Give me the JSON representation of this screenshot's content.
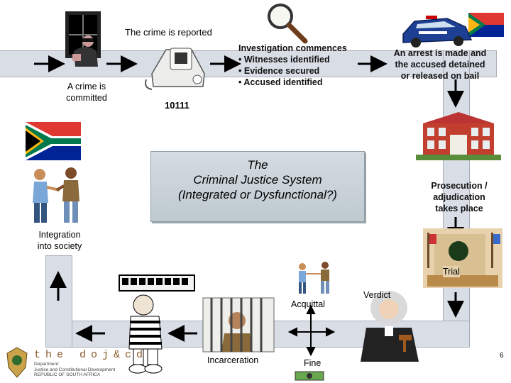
{
  "labels": {
    "crime_reported": "The crime is reported",
    "crime_committed": "A crime is\ncommitted",
    "phone_number": "10111",
    "investigation": [
      "Investigation commences",
      "Witnesses identified",
      "Evidence secured",
      "Accused identified"
    ],
    "arrest": "An arrest is made and\nthe accused detained\nor released on bail",
    "prosecution": "Prosecution /\nadjudication\ntakes place",
    "integration": "Integration\ninto society",
    "trial": "Trial",
    "verdict": "Verdict",
    "acquittal": "Acquittal",
    "incarceration": "Incarceration",
    "fine": "Fine",
    "page_number": "6"
  },
  "center": {
    "line1": "The",
    "line2": "Criminal Justice System",
    "line3": "(Integrated or Dysfunctional?)"
  },
  "footer": {
    "logo_text": "the doj&cd",
    "logo_sub": "Department:\nJustice and Constitutional Development\nREPUBLIC OF SOUTH AFRICA"
  },
  "colors": {
    "road": "#d9dee6",
    "center_box": "#c9d2d8",
    "logo_brown": "#8a5a2b",
    "flag_green": "#007a4d",
    "flag_red": "#de3831",
    "flag_blue": "#002395",
    "flag_yellow": "#ffb612"
  },
  "icons": [
    "burglar-icon",
    "magnifier-icon",
    "police-car-icon",
    "telephone-icon",
    "flag-icon",
    "people-icon",
    "courthouse-icon",
    "trial-icon",
    "prisoner-icon",
    "jail-icon",
    "judge-icon",
    "money-icon",
    "coat-of-arms-icon"
  ]
}
